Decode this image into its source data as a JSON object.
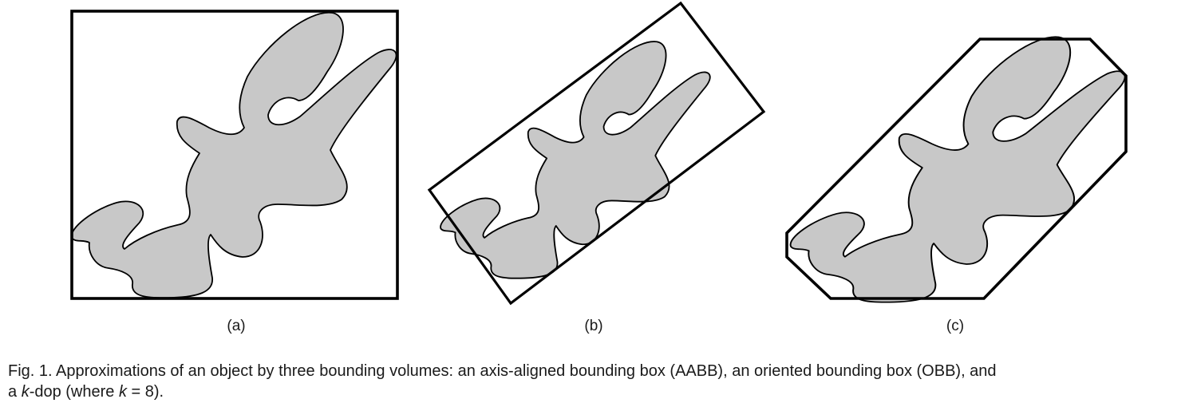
{
  "figure": {
    "panels": [
      {
        "id": "a",
        "label": "(a)",
        "volume": "AABB"
      },
      {
        "id": "b",
        "label": "(b)",
        "volume": "OBB"
      },
      {
        "id": "c",
        "label": "(c)",
        "volume": "k-dop"
      }
    ],
    "colors": {
      "shape_fill": "#c8c8c8",
      "outline": "#000000",
      "background": "#ffffff"
    }
  },
  "caption": {
    "prefix": "Fig. 1. Approximations of an object by three bounding volumes: an axis-aligned bounding box (AABB), an oriented bounding box (OBB), and",
    "line2_a": "a ",
    "k_var": "k",
    "line2_b": "-dop (where ",
    "k_var2": "k",
    "line2_c": " = 8)."
  }
}
